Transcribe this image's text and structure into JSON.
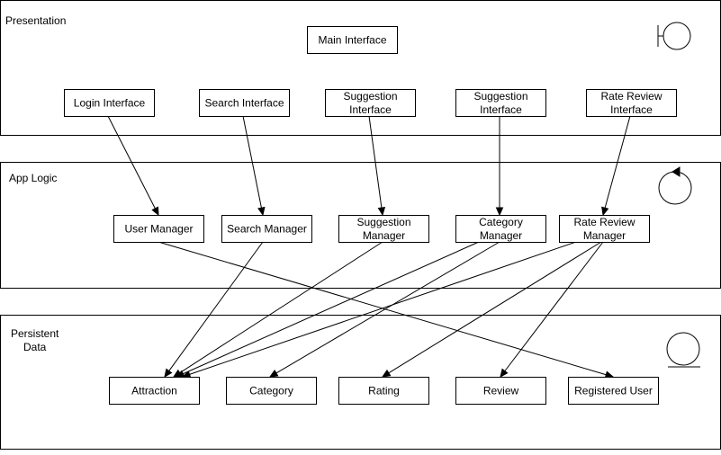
{
  "layers": {
    "presentation": "Presentation",
    "app_logic": "App Logic",
    "persistent_data": [
      "Persistent",
      "Data"
    ]
  },
  "icons": {
    "presentation": "boundary-icon",
    "app_logic": "control-icon",
    "persistent_data": "entity-icon"
  },
  "boxes": {
    "main_interface": [
      "Main Interface"
    ],
    "login_interface": [
      "Login Interface"
    ],
    "search_interface": [
      "Search Interface"
    ],
    "suggestion_interface_1": [
      "Suggestion",
      "Interface"
    ],
    "suggestion_interface_2": [
      "Suggestion",
      "Interface"
    ],
    "rate_review_interface": [
      "Rate Review",
      "Interface"
    ],
    "user_manager": [
      "User Manager"
    ],
    "search_manager": [
      "Search Manager"
    ],
    "suggestion_manager": [
      "Suggestion",
      "Manager"
    ],
    "category_manager": [
      "Category",
      "Manager"
    ],
    "rate_review_manager": [
      "Rate Review",
      "Manager"
    ],
    "attraction": [
      "Attraction"
    ],
    "category": [
      "Category"
    ],
    "rating": [
      "Rating"
    ],
    "review": [
      "Review"
    ],
    "registered_user": [
      "Registered User"
    ]
  },
  "edges": [
    {
      "from": "login_interface",
      "to": "user_manager"
    },
    {
      "from": "search_interface",
      "to": "search_manager"
    },
    {
      "from": "suggestion_interface_1",
      "to": "suggestion_manager"
    },
    {
      "from": "suggestion_interface_2",
      "to": "category_manager"
    },
    {
      "from": "rate_review_interface",
      "to": "rate_review_manager"
    },
    {
      "from": "user_manager",
      "to": "registered_user"
    },
    {
      "from": "search_manager",
      "to": "attraction"
    },
    {
      "from": "suggestion_manager",
      "to": "attraction"
    },
    {
      "from": "category_manager",
      "to": "attraction"
    },
    {
      "from": "category_manager",
      "to": "category"
    },
    {
      "from": "rate_review_manager",
      "to": "attraction"
    },
    {
      "from": "rate_review_manager",
      "to": "rating"
    },
    {
      "from": "rate_review_manager",
      "to": "review"
    }
  ]
}
